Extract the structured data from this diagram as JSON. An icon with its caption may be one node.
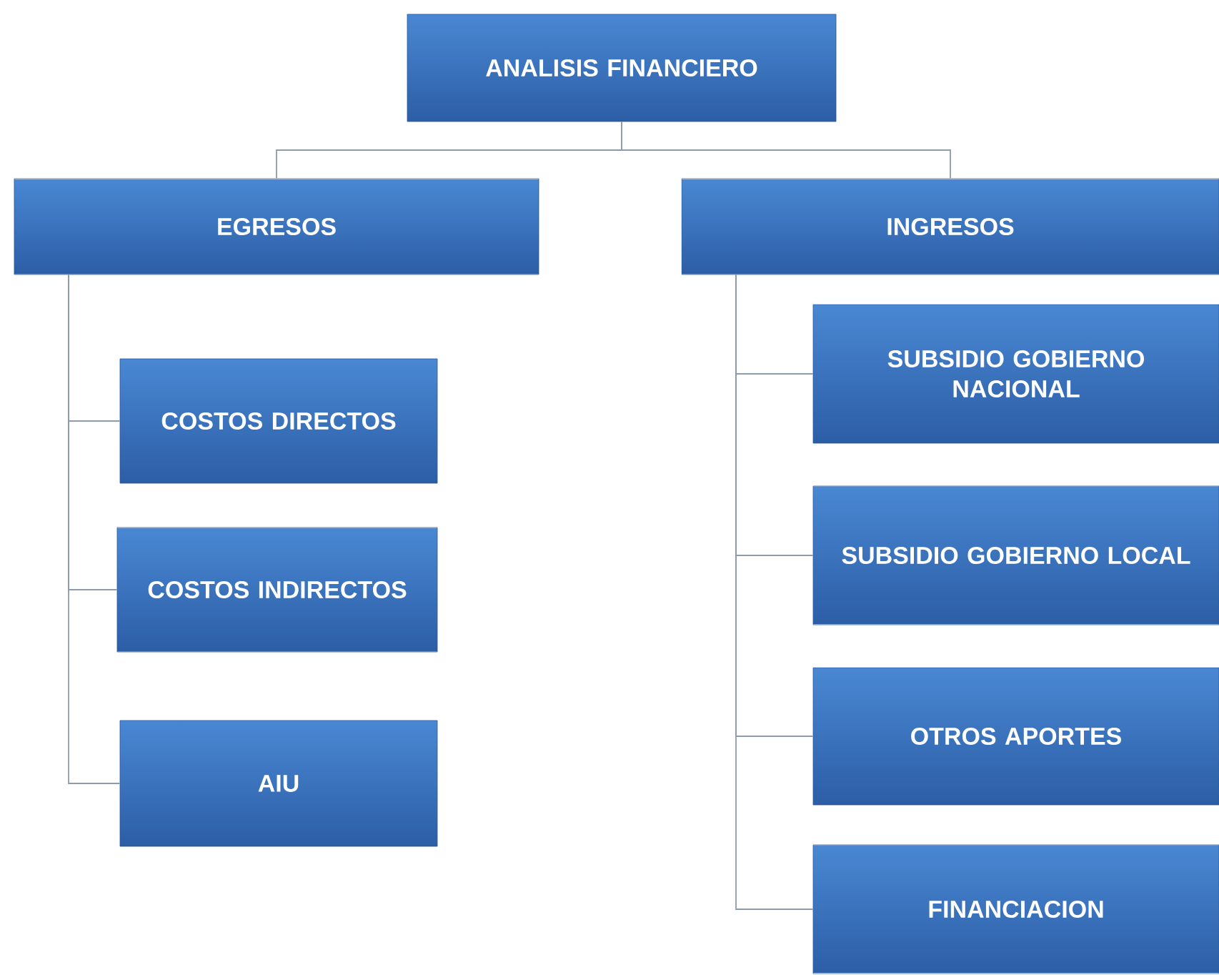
{
  "diagram": {
    "nodes": [
      {
        "text": [
          "ANALISIS FINANCIERO"
        ]
      },
      {
        "text": [
          "EGRESOS"
        ]
      },
      {
        "text": [
          "INGRESOS"
        ]
      },
      {
        "text": [
          "COSTOS DIRECTOS"
        ]
      },
      {
        "text": [
          "COSTOS INDIRECTOS"
        ]
      },
      {
        "text": [
          "AIU"
        ]
      },
      {
        "text": [
          "SUBSIDIO GOBIERNO NACIONAL"
        ]
      },
      {
        "text": [
          "SUBSIDIO GOBIERNO LOCAL"
        ]
      },
      {
        "text": [
          "OTROS APORTES"
        ]
      },
      {
        "text": [
          "FINANCIACION"
        ]
      }
    ],
    "edges": [
      {
        "from": 0,
        "to": 1,
        "arrow": "none"
      },
      {
        "from": 0,
        "to": 2,
        "arrow": "none"
      },
      {
        "from": 1,
        "to": 3,
        "arrow": "none"
      },
      {
        "from": 1,
        "to": 4,
        "arrow": "none"
      },
      {
        "from": 1,
        "to": 5,
        "arrow": "none"
      },
      {
        "from": 2,
        "to": 6,
        "arrow": "none"
      },
      {
        "from": 2,
        "to": 7,
        "arrow": "none"
      },
      {
        "from": 2,
        "to": 8,
        "arrow": "none"
      },
      {
        "from": 2,
        "to": 9,
        "arrow": "none"
      }
    ]
  }
}
